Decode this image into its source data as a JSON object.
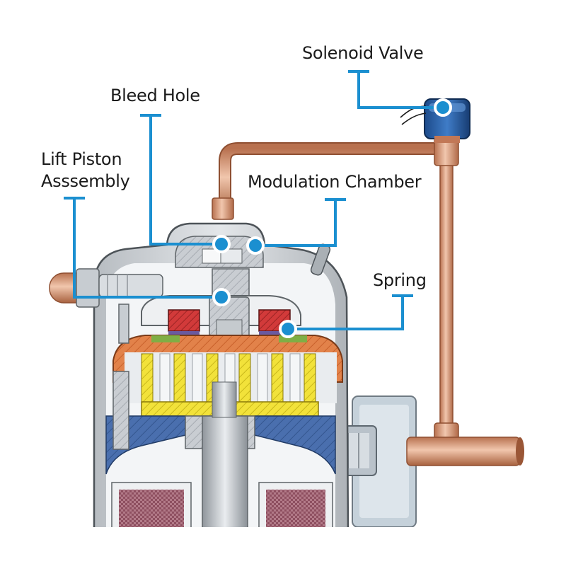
{
  "diagram": {
    "callout_color": "#1b8fd0",
    "labels": {
      "solenoid_valve": "Solenoid Valve",
      "bleed_hole": "Bleed Hole",
      "lift_piston_line1": "Lift Piston",
      "lift_piston_line2": "Asssembly",
      "modulation_chamber": "Modulation Chamber",
      "spring": "Spring"
    }
  }
}
